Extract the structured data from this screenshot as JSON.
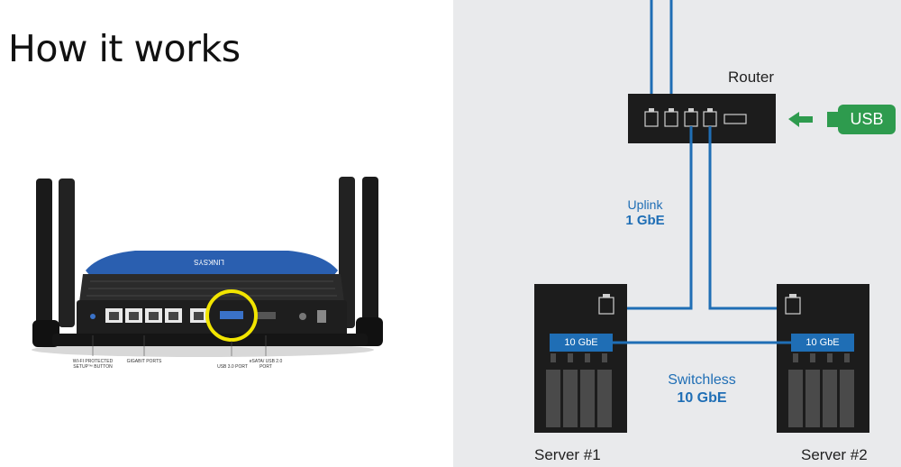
{
  "title": "How it works",
  "photo": {
    "brand_text": "LINKSYS",
    "captions": [
      "WI-FI PROTECTED SETUP™ BUTTON",
      "GIGABIT PORTS",
      "USB 3.0 PORT",
      "eSATA/ USB 2.0 PORT"
    ]
  },
  "diagram": {
    "router_label": "Router",
    "usb_label": "USB",
    "uplink_label": "Uplink",
    "uplink_speed": "1 GbE",
    "switchless_label": "Switchless",
    "switchless_speed": "10 GbE",
    "nic_label_1": "10 GbE",
    "nic_label_2": "10 GbE",
    "server1_label": "Server #1",
    "server2_label": "Server #2"
  },
  "colors": {
    "link_blue": "#1f6eb5",
    "usb_green": "#2e9b4e",
    "device_dark": "#1c1c1c",
    "panel_gray": "#e9eaec",
    "router_blue": "#2a5fb0",
    "highlight_yellow": "#f2e500"
  }
}
